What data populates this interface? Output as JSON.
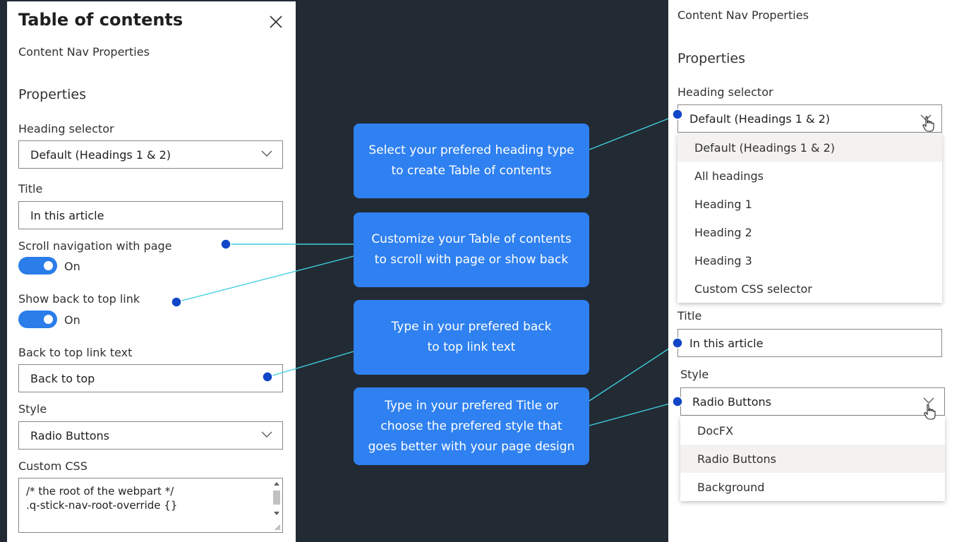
{
  "left_panel": {
    "title": "Table of contents",
    "subtitle": "Content Nav Properties",
    "section": "Properties",
    "heading_selector": {
      "label": "Heading selector",
      "value": "Default (Headings 1 & 2)"
    },
    "title_field": {
      "label": "Title",
      "value": "In this article"
    },
    "scroll_nav": {
      "label": "Scroll navigation with page",
      "state": "On"
    },
    "back_to_top": {
      "label": "Show back to top link",
      "state": "On"
    },
    "back_to_top_text": {
      "label": "Back to top link text",
      "value": "Back to top"
    },
    "style": {
      "label": "Style",
      "value": "Radio Buttons"
    },
    "custom_css": {
      "label": "Custom CSS",
      "line1": "/* the root of the webpart */",
      "line2": ".q-stick-nav-root-override {}"
    }
  },
  "callouts": [
    {
      "line1": "Select your prefered heading type",
      "line2": "to create Table of contents"
    },
    {
      "line1": "Customize your Table of contents",
      "line2": "to scroll with page or show back"
    },
    {
      "line1": "Type in your prefered back",
      "line2": "to top link text"
    },
    {
      "line1": "Type in your prefered Title or",
      "line2": "choose the prefered style that",
      "line3": "goes better with your page design"
    }
  ],
  "right_panel": {
    "subtitle": "Content Nav Properties",
    "section": "Properties",
    "heading_selector": {
      "label": "Heading selector",
      "value": "Default (Headings 1 & 2)",
      "options": [
        "Default (Headings 1 & 2)",
        "All headings",
        "Heading 1",
        "Heading 2",
        "Heading 3",
        "Custom CSS selector"
      ],
      "selected_index": 0
    },
    "title_field": {
      "label": "Title",
      "value": "In this article"
    },
    "style": {
      "label": "Style",
      "value": "Radio Buttons",
      "options": [
        "DocFX",
        "Radio Buttons",
        "Background"
      ],
      "selected_index": 1
    }
  },
  "colors": {
    "backdrop": "#222a33",
    "callout": "#2f80f0",
    "toggle_on": "#2b7de9",
    "connector_line": "#3fd0e0",
    "connector_dot": "#1146c8"
  },
  "icons": [
    "close-icon",
    "chevron-down-icon",
    "pointer-hand-icon"
  ]
}
